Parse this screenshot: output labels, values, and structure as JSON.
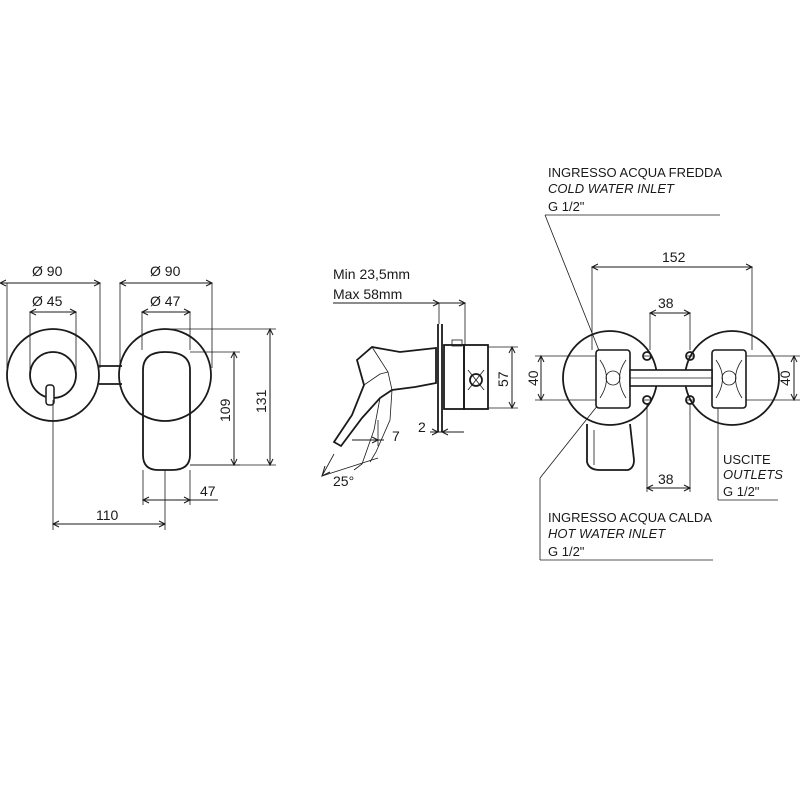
{
  "front_view": {
    "left_diameter": "Ø 90",
    "left_inner_diameter": "Ø 45",
    "right_diameter": "Ø 90",
    "right_inner_diameter": "Ø 47",
    "height_109": "109",
    "height_131": "131",
    "width_110": "110",
    "width_47": "47"
  },
  "side_view": {
    "min_depth": "Min 23,5mm",
    "max_depth": "Max 58mm",
    "height_57": "57",
    "offset_7": "7",
    "offset_2": "2",
    "angle": "25°"
  },
  "rear_view": {
    "width_152": "152",
    "spacing_38_top": "38",
    "spacing_38_bottom": "38",
    "height_40_left": "40",
    "height_40_right": "40",
    "cold_inlet_it": "INGRESSO ACQUA FREDDA",
    "cold_inlet_en": "COLD WATER INLET",
    "cold_inlet_thread": "G 1/2\"",
    "hot_inlet_it": "INGRESSO ACQUA CALDA",
    "hot_inlet_en": "HOT WATER INLET",
    "hot_inlet_thread": "G 1/2\"",
    "outlets_it": "USCITE",
    "outlets_en": "OUTLETS",
    "outlets_thread": "G 1/2\""
  }
}
